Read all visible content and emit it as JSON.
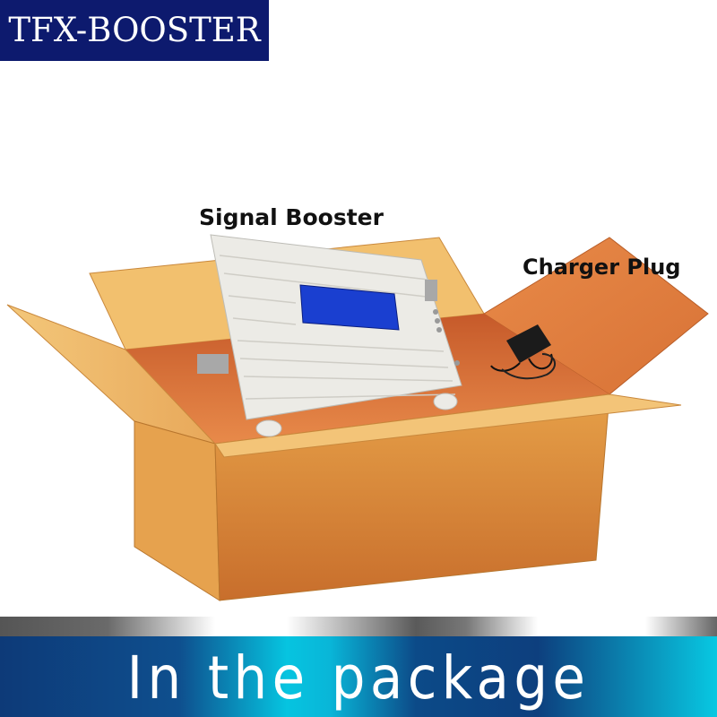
{
  "brand": {
    "logo_text": "TFX-BOOSTER"
  },
  "labels": {
    "signal_booster": "Signal Booster",
    "charger_plug": "Charger Plug"
  },
  "banner": {
    "text": "In the package"
  },
  "colors": {
    "brand_bg": "#0d1a6e",
    "box": "#e08a3a",
    "banner_dark": "#0d3a78",
    "banner_light": "#06c4e0"
  }
}
